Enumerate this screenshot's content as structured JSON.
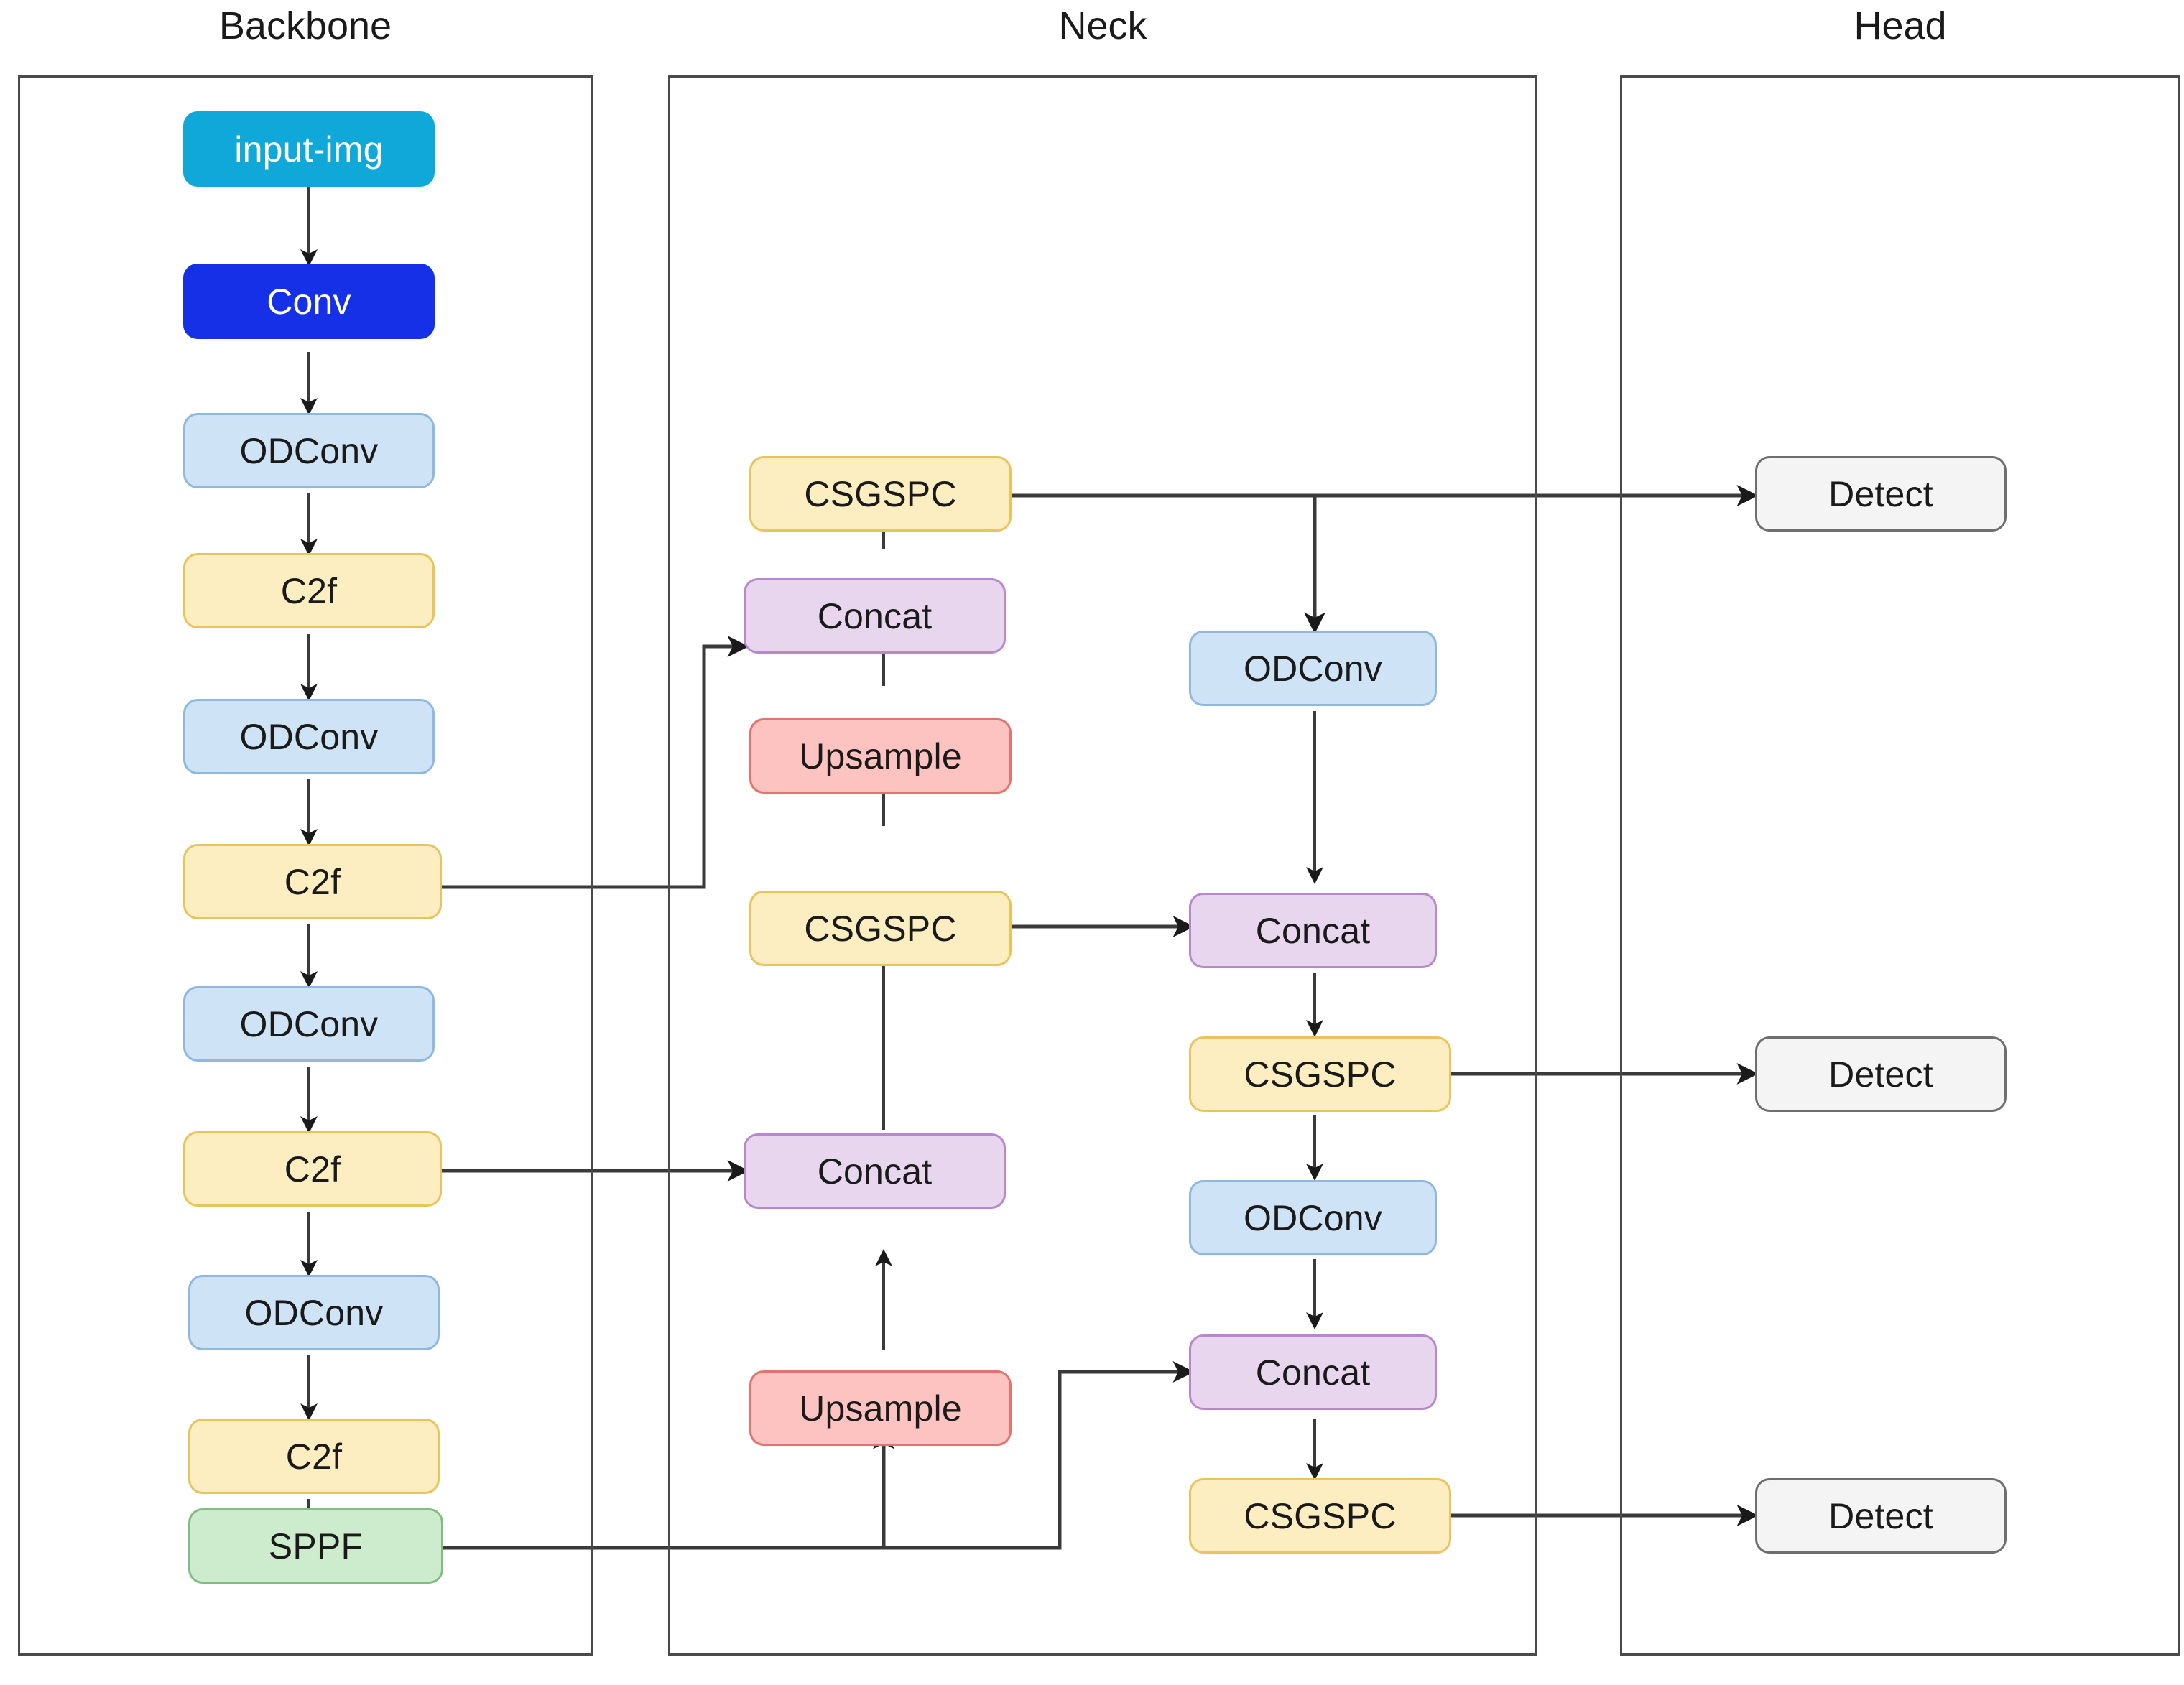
{
  "diagram": {
    "title_backbone": "Backbone",
    "title_neck": "Neck",
    "title_head": "Head"
  },
  "backbone": {
    "nodes": [
      {
        "id": "input-img",
        "label": "input-img"
      },
      {
        "id": "conv",
        "label": "Conv"
      },
      {
        "id": "odconv1",
        "label": "ODConv"
      },
      {
        "id": "c2f1",
        "label": "C2f"
      },
      {
        "id": "odconv2",
        "label": "ODConv"
      },
      {
        "id": "c2f2",
        "label": "C2f"
      },
      {
        "id": "odconv3",
        "label": "ODConv"
      },
      {
        "id": "c2f3",
        "label": "C2f"
      },
      {
        "id": "odconv4",
        "label": "ODConv"
      },
      {
        "id": "c2f4",
        "label": "C2f"
      },
      {
        "id": "sppf",
        "label": "SPPF"
      }
    ]
  },
  "neck": {
    "left_nodes": [
      {
        "id": "csgspc-top",
        "label": "CSGSPC"
      },
      {
        "id": "concat-top",
        "label": "Concat"
      },
      {
        "id": "upsample-top",
        "label": "Upsample"
      },
      {
        "id": "csgspc-mid",
        "label": "CSGSPC"
      },
      {
        "id": "concat-mid",
        "label": "Concat"
      },
      {
        "id": "upsample-bot",
        "label": "Upsample"
      }
    ],
    "right_nodes": [
      {
        "id": "odconv-n1",
        "label": "ODConv"
      },
      {
        "id": "concat-n1",
        "label": "Concat"
      },
      {
        "id": "csgspc-n1",
        "label": "CSGSPC"
      },
      {
        "id": "odconv-n2",
        "label": "ODConv"
      },
      {
        "id": "concat-n2",
        "label": "Concat"
      },
      {
        "id": "csgspc-n2",
        "label": "CSGSPC"
      }
    ]
  },
  "head": {
    "nodes": [
      {
        "id": "detect1",
        "label": "Detect"
      },
      {
        "id": "detect2",
        "label": "Detect"
      },
      {
        "id": "detect3",
        "label": "Detect"
      }
    ]
  },
  "colors": {
    "input_img": "#0FA8D8",
    "conv": "#1630E8",
    "odconv": "#cfe3f7",
    "c2f": "#fdeec2",
    "sppf": "#cdeccd",
    "concat": "#e7d6ee",
    "upsample": "#fcc3c1",
    "detect": "#f4f4f4",
    "edge": "#3a3a3a",
    "border": "#4a4a4a"
  }
}
